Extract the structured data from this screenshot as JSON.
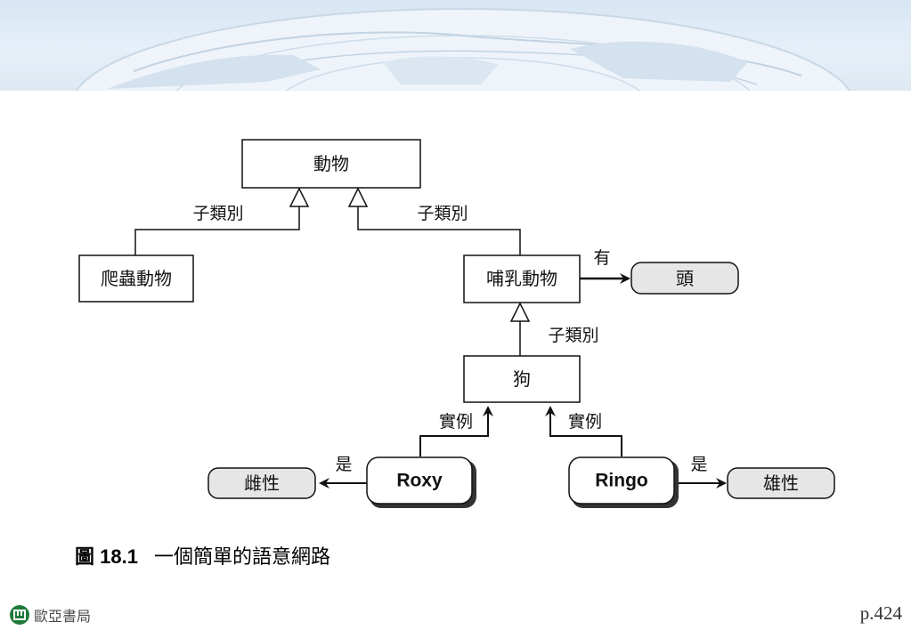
{
  "diagram": {
    "nodes": {
      "animal": "動物",
      "reptile": "爬蟲動物",
      "mammal": "哺乳動物",
      "head": "頭",
      "dog": "狗",
      "roxy": "Roxy",
      "ringo": "Ringo",
      "female": "雌性",
      "male": "雄性"
    },
    "edges": {
      "reptile_subclass": "子類別",
      "mammal_subclass": "子類別",
      "dog_subclass": "子類別",
      "mammal_has": "有",
      "roxy_instance": "實例",
      "ringo_instance": "實例",
      "roxy_is": "是",
      "ringo_is": "是"
    }
  },
  "caption": {
    "figure_number": "圖 18.1",
    "title": "一個簡單的語意網路"
  },
  "footer": {
    "publisher": "歐亞書局",
    "page": "p.424"
  },
  "colors": {
    "rounded_node_fill": "#e6e6e6",
    "line": "#111111",
    "banner": "#dbe7f2"
  }
}
